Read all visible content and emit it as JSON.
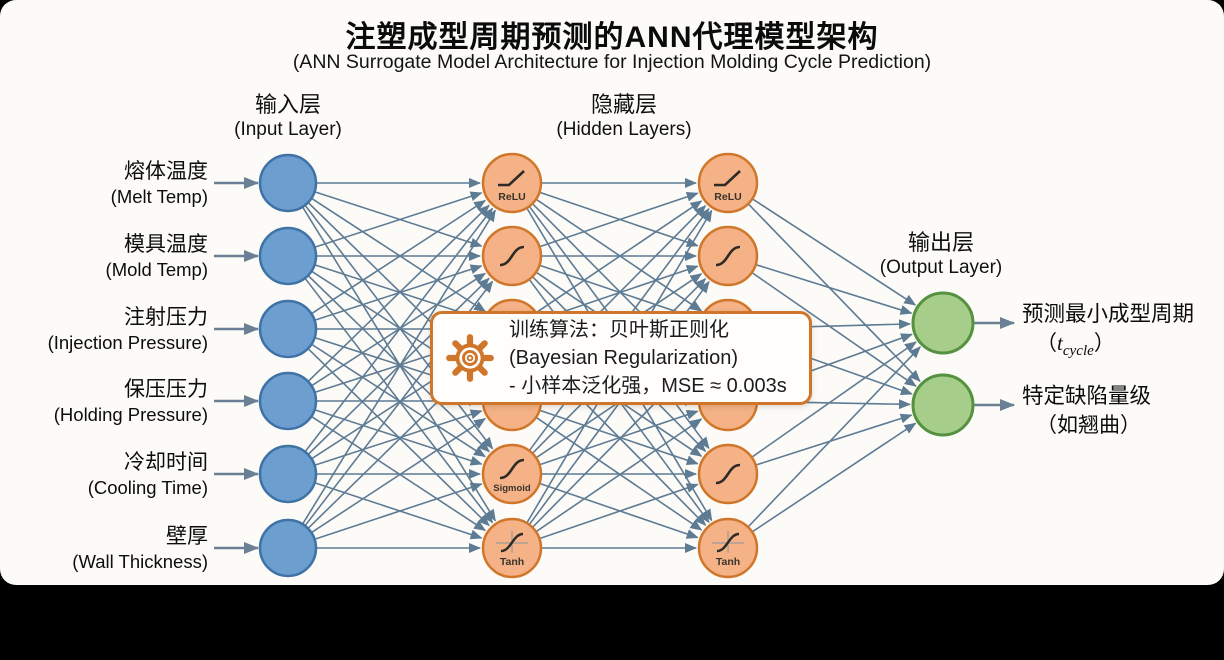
{
  "title": "注塑成型周期预测的ANN代理模型架构",
  "subtitle": "(ANN Surrogate Model Architecture for Injection Molding Cycle Prediction)",
  "input_layer": {
    "label_zh": "输入层",
    "label_en": "(Input Layer)",
    "nodes": [
      {
        "zh": "熔体温度",
        "en": "(Melt Temp)"
      },
      {
        "zh": "模具温度",
        "en": "(Mold Temp)"
      },
      {
        "zh": "注射压力",
        "en": "(Injection Pressure)"
      },
      {
        "zh": "保压压力",
        "en": "(Holding Pressure)"
      },
      {
        "zh": "冷却时间",
        "en": "(Cooling Time)"
      },
      {
        "zh": "壁厚",
        "en": "(Wall Thickness)"
      }
    ]
  },
  "hidden_layer": {
    "label_zh": "隐藏层",
    "label_en": "(Hidden Layers)",
    "column1": [
      {
        "icon": "relu-curve-icon",
        "label": "ReLU"
      },
      {
        "icon": "sigmoid-curve-icon",
        "label": ""
      },
      {
        "icon": "",
        "label": ""
      },
      {
        "icon": "",
        "label": ""
      },
      {
        "icon": "sigmoid-curve-icon",
        "label": "Sigmoid"
      },
      {
        "icon": "tanh-curve-icon",
        "label": "Tanh"
      }
    ],
    "column2": [
      {
        "icon": "relu-curve-icon",
        "label": "ReLU"
      },
      {
        "icon": "sigmoid-curve-icon",
        "label": ""
      },
      {
        "icon": "",
        "label": ""
      },
      {
        "icon": "",
        "label": ""
      },
      {
        "icon": "sigmoid-curve-icon",
        "label": ""
      },
      {
        "icon": "tanh-curve-icon",
        "label": "Tanh"
      }
    ]
  },
  "output_layer": {
    "label_zh": "输出层",
    "label_en": "(Output Layer)",
    "nodes": [
      {
        "zh": "预测最小成型周期",
        "en_open": "（",
        "en_var": "t",
        "en_sub": "cycle",
        "en_close": "）"
      },
      {
        "zh": "特定缺陷量级",
        "en": "（如翘曲）"
      }
    ]
  },
  "callout": {
    "icon": "gear-icon",
    "line1": "训练算法：贝叶斯正则化",
    "line2": "(Bayesian Regularization)",
    "line3": "- 小样本泛化强，MSE ≈ 0.003s"
  },
  "colors": {
    "input_fill": "#6c9ecf",
    "input_border": "#3f72a5",
    "hidden_fill": "#f4b286",
    "hidden_border": "#d0762a",
    "output_fill": "#a7cd8b",
    "output_border": "#55913e",
    "edge": "#5e7b94",
    "stub_arrow": "#6b8094",
    "callout_border": "#d0762a",
    "background": "#fcfbf8",
    "frame": "#000000"
  }
}
